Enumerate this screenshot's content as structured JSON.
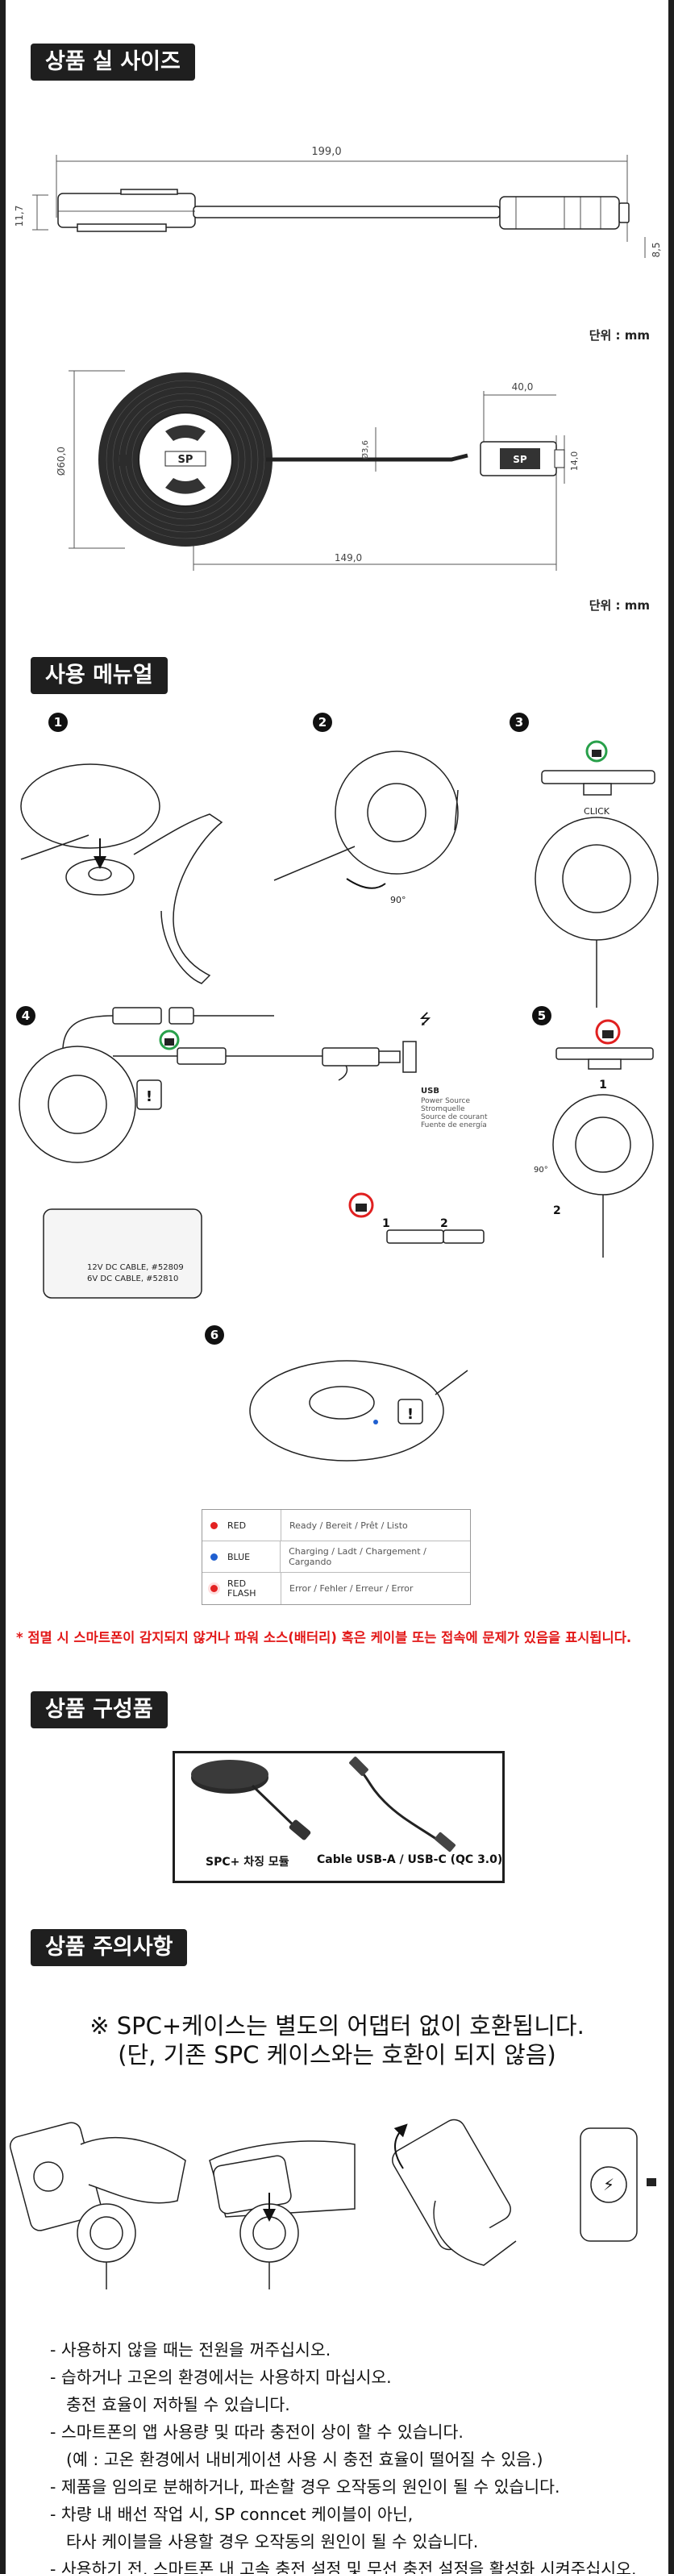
{
  "sections": {
    "size_title": "상품 실 사이즈",
    "manual_title": "사용 메뉴얼",
    "components_title": "상품 구성품",
    "caution_title": "상품 주의사항"
  },
  "dimensions": {
    "unit_label": "단위 : mm",
    "length_total": "199,0",
    "height_left": "11,7",
    "height_right": "8,5",
    "puck_diameter": "Ø60,0",
    "cable_diameter": "Ø3,6",
    "connector_length": "40,0",
    "connector_height": "14,0",
    "cable_length": "149,0"
  },
  "manual": {
    "steps": [
      "1",
      "2",
      "3",
      "4",
      "5",
      "6"
    ],
    "rotate_label": "90°",
    "click_label": "CLICK",
    "usb_title": "USB",
    "usb_lines": [
      "Power Source",
      "Stromquelle",
      "Source de courant",
      "Fuente de energía"
    ],
    "cable_lines": [
      "12V DC CABLE, #52809",
      "6V  DC CABLE, #52810"
    ],
    "unlock_step1": "1",
    "unlock_step2": "2",
    "step5_num1": "1",
    "step5_num2": "2",
    "legend": [
      {
        "label": "RED",
        "text": "Ready / Bereit / Prêt / Listo",
        "color": "#e32222"
      },
      {
        "label": "BLUE",
        "text": "Charging / Ladt / Chargement / Cargando",
        "color": "#1f5fd0"
      },
      {
        "label": "RED\nFLASH",
        "text": "Error / Fehler / Erreur / Error",
        "color": "#e32222"
      }
    ],
    "led_note": "* 점멸 시 스마트폰이 감지되지 않거나 파워 소스(배터리) 혹은 케이블 또는 접속에 문제가 있음을 표시됩니다."
  },
  "components": {
    "item1": "SPC+ 차징 모듈",
    "item2": "Cable USB-A / USB-C (QC 3.0)"
  },
  "caution": {
    "compat_line1": "※ SPC+케이스는 별도의 어댑터 없이 호환됩니다.",
    "compat_line2": "(단, 기존 SPC 케이스와는 호환이 되지 않음)",
    "warnings": [
      "- 사용하지 않을 때는 전원을 꺼주십시오.",
      "- 습하거나 고온의 환경에서는 사용하지 마십시오.",
      "  충전 효율이 저하될 수 있습니다.",
      "- 스마트폰의 앱 사용량 및 따라 충전이 상이 할 수 있습니다.",
      "  (예 : 고온 환경에서 내비게이션 사용 시 충전 효율이 떨어질 수 있음.)",
      "- 제품을 임의로 분해하거나, 파손할 경우 오작동의 원인이 될 수 있습니다.",
      "- 차량 내 배선 작업 시, SP conncet 케이블이 아닌,",
      "  타사 케이블을 사용할 경우 오작동의 원인이 될 수 있습니다.",
      "- 사용하기 전, 스마트폰 내 고속 충전 설정 및 무선 충전 설정을 활성화 시켜주십시오."
    ]
  }
}
